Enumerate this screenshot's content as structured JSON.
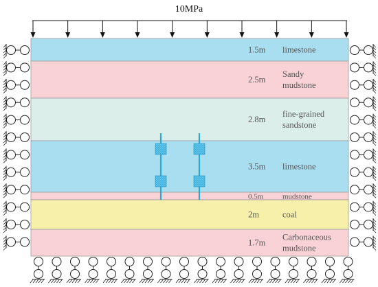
{
  "load": {
    "label": "10MPa",
    "arrow_count": 10
  },
  "layers": [
    {
      "thickness": "1.5m",
      "name": [
        "limestone"
      ],
      "color": "#a9def0"
    },
    {
      "thickness": "2.5m",
      "name": [
        "Sandy",
        "mudstone"
      ],
      "color": "#f9d2d6"
    },
    {
      "thickness": "2.8m",
      "name": [
        "fine-grained",
        "sandstone"
      ],
      "color": "#dceee9"
    },
    {
      "thickness": "3.5m",
      "name": [
        "limestone"
      ],
      "color": "#a9def0"
    },
    {
      "thickness": "0.5m",
      "name": [
        "mudstone"
      ],
      "color": "#f9d2d6"
    },
    {
      "thickness": "2m",
      "name": [
        "coal"
      ],
      "color": "#f6f0ab"
    },
    {
      "thickness": "1.7m",
      "name": [
        "Carbonaceous",
        "mudstone"
      ],
      "color": "#f9d2d6"
    }
  ],
  "supports": {
    "left_count": 12,
    "right_count": 12,
    "bottom_count": 18
  },
  "anchor_bolts": {
    "count": 2,
    "color": "#2aa8d8"
  }
}
